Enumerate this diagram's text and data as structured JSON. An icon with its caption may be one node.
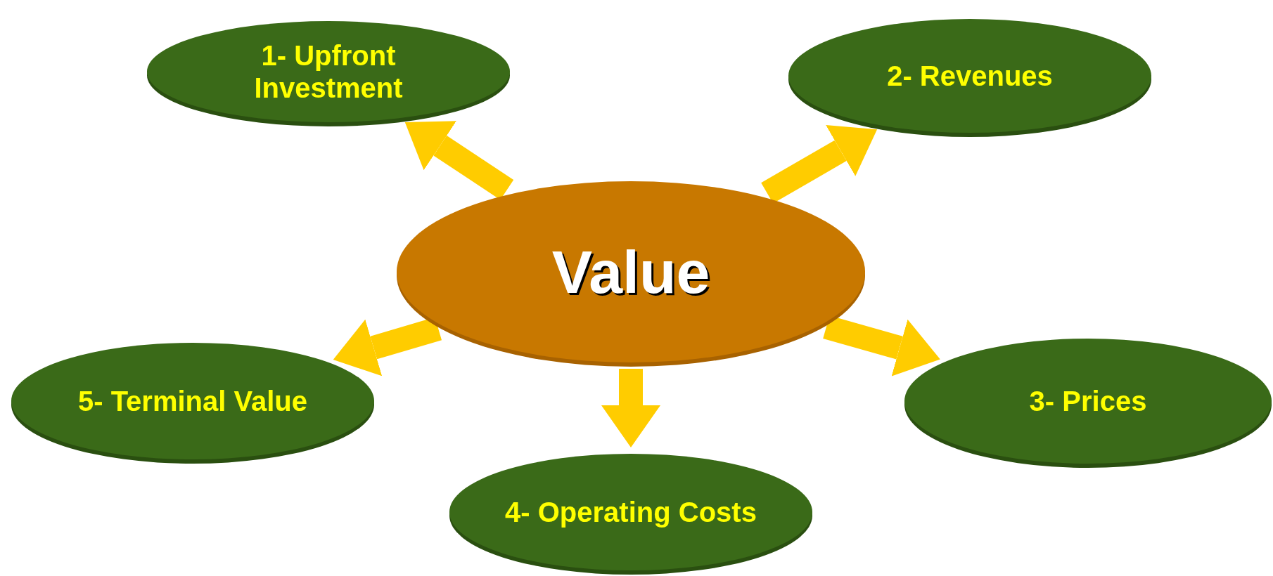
{
  "diagram": {
    "nodes": [
      {
        "text": [
          "Value"
        ]
      },
      {
        "text": [
          "1- Upfront Investment"
        ]
      },
      {
        "text": [
          "2- Revenues"
        ]
      },
      {
        "text": [
          "3- Prices"
        ]
      },
      {
        "text": [
          "4- Operating Costs"
        ]
      },
      {
        "text": [
          "5- Terminal Value"
        ]
      }
    ],
    "edges": [
      {
        "from": 0,
        "to": 1,
        "arrow": "to"
      },
      {
        "from": 0,
        "to": 2,
        "arrow": "to"
      },
      {
        "from": 0,
        "to": 3,
        "arrow": "to"
      },
      {
        "from": 0,
        "to": 4,
        "arrow": "to"
      },
      {
        "from": 0,
        "to": 5,
        "arrow": "to"
      }
    ]
  }
}
